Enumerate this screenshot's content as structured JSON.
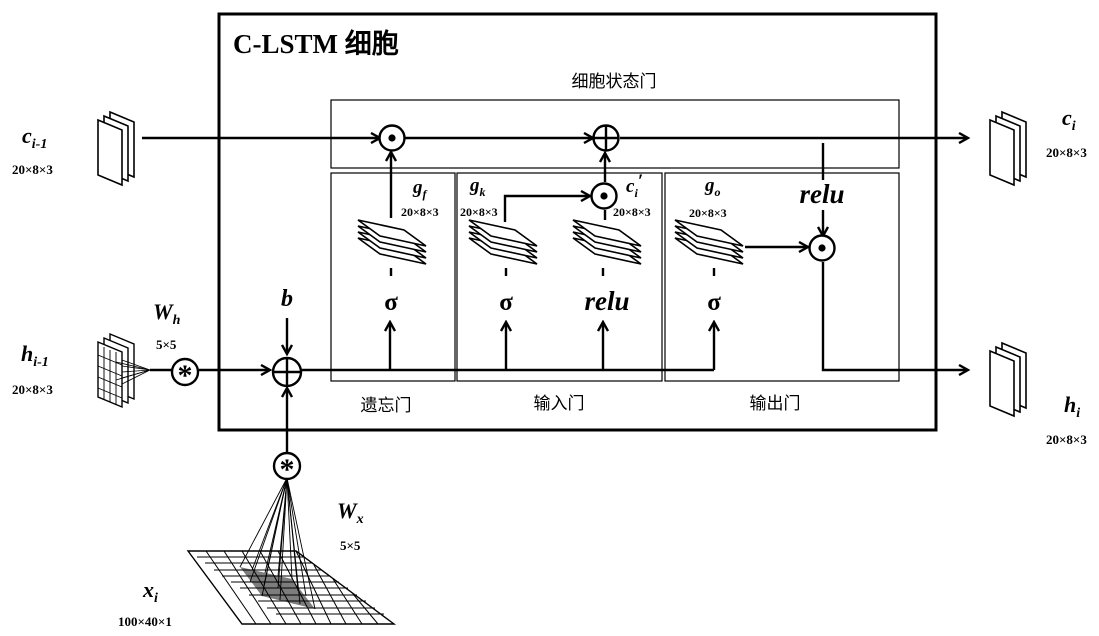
{
  "title": "C-LSTM 细胞",
  "cell_state_label": "细胞状态门",
  "gates": {
    "forget": "遗忘门",
    "input": "输入门",
    "output": "输出门"
  },
  "ops": {
    "sigma": "σ",
    "relu": "relu",
    "bias": "b"
  },
  "tensors": {
    "c_prev": {
      "name": "c",
      "sub": "i-1",
      "dim": "20×8×3"
    },
    "h_prev": {
      "name": "h",
      "sub": "i-1",
      "dim": "20×8×3"
    },
    "c_next": {
      "name": "c",
      "sub": "i",
      "dim": "20×8×3"
    },
    "h_next": {
      "name": "h",
      "sub": "i",
      "dim": "20×8×3"
    },
    "x": {
      "name": "x",
      "sub": "i",
      "dim": "100×40×1"
    },
    "gf": {
      "name": "g",
      "sub": "f",
      "dim": "20×8×3"
    },
    "gk": {
      "name": "g",
      "sub": "k",
      "dim": "20×8×3"
    },
    "ci_prime": {
      "name": "c",
      "sub": "i",
      "prime": "′",
      "dim": "20×8×3"
    },
    "go": {
      "name": "g",
      "sub": "o",
      "dim": "20×8×3"
    }
  },
  "weights": {
    "wh": {
      "name": "W",
      "sub": "h",
      "dim": "5×5"
    },
    "wx": {
      "name": "W",
      "sub": "x",
      "dim": "5×5"
    }
  }
}
